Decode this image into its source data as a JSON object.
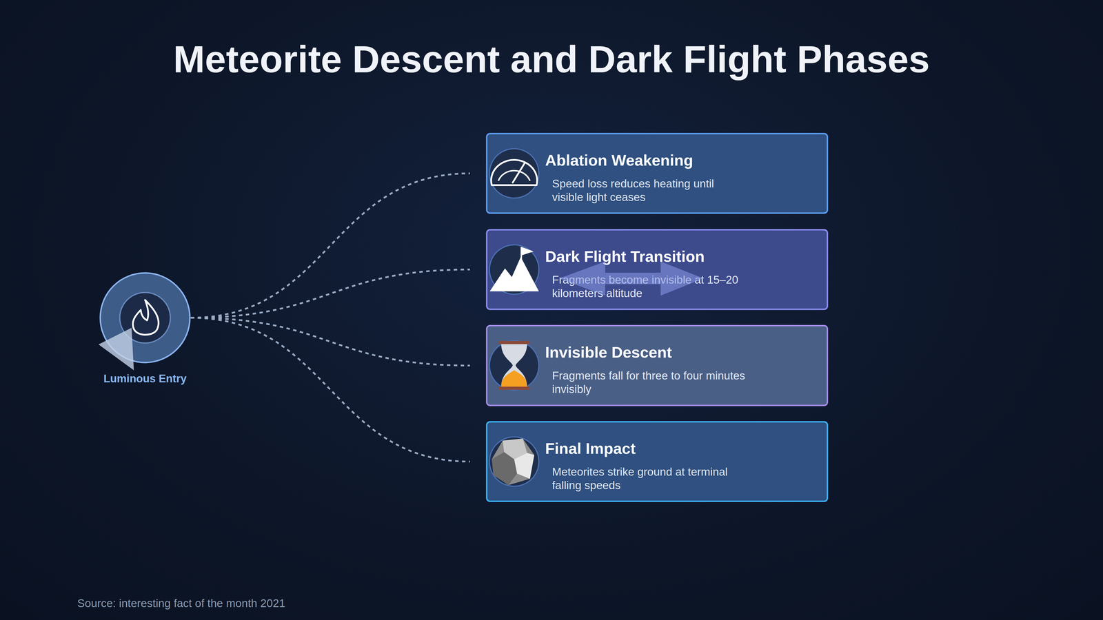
{
  "diagram": {
    "title": "Meteorite Descent and Dark Flight Phases",
    "nodes": [
      {
        "text": [
          "Luminous Entry"
        ]
      },
      {
        "text": [
          "Ablation Weakening",
          "Speed loss reduces heating until visible light ceases"
        ]
      },
      {
        "text": [
          "Dark Flight Transition",
          "Fragments become invisible at 15–20 kilometers altitude"
        ]
      },
      {
        "text": [
          "Invisible Descent",
          "Fragments fall for three to four minutes invisibly"
        ]
      },
      {
        "text": [
          "Final Impact",
          "Meteorites strike ground at terminal falling speeds"
        ]
      }
    ],
    "edges": [
      {
        "from": 0,
        "to": 1,
        "arrow": "none"
      },
      {
        "from": 0,
        "to": 2,
        "arrow": "none"
      },
      {
        "from": 0,
        "to": 3,
        "arrow": "none"
      },
      {
        "from": 0,
        "to": 4,
        "arrow": "none"
      }
    ],
    "labels": [
      "Source: interesting fact of the month 2021"
    ]
  }
}
